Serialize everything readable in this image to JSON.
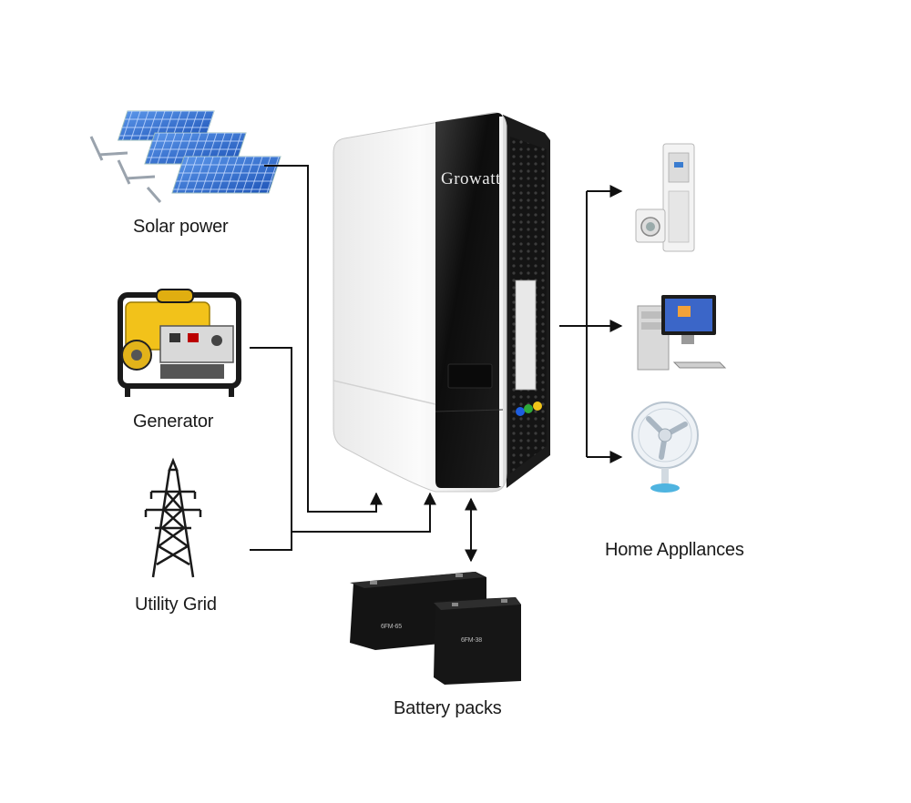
{
  "labels": {
    "solar": "Solar power",
    "generator": "Generator",
    "grid": "Utility Grid",
    "battery": "Battery packs",
    "appliances": "Home Appllances"
  },
  "inverter": {
    "brand": "Growatt"
  },
  "battery_labels": {
    "large": "6FM-65",
    "small": "6FM-38"
  },
  "colors": {
    "line": "#111111",
    "solar_panel": "#2f6fd6",
    "generator_frame": "#f2c21a",
    "inverter_black": "#111111",
    "inverter_white": "#f4f4f4"
  }
}
